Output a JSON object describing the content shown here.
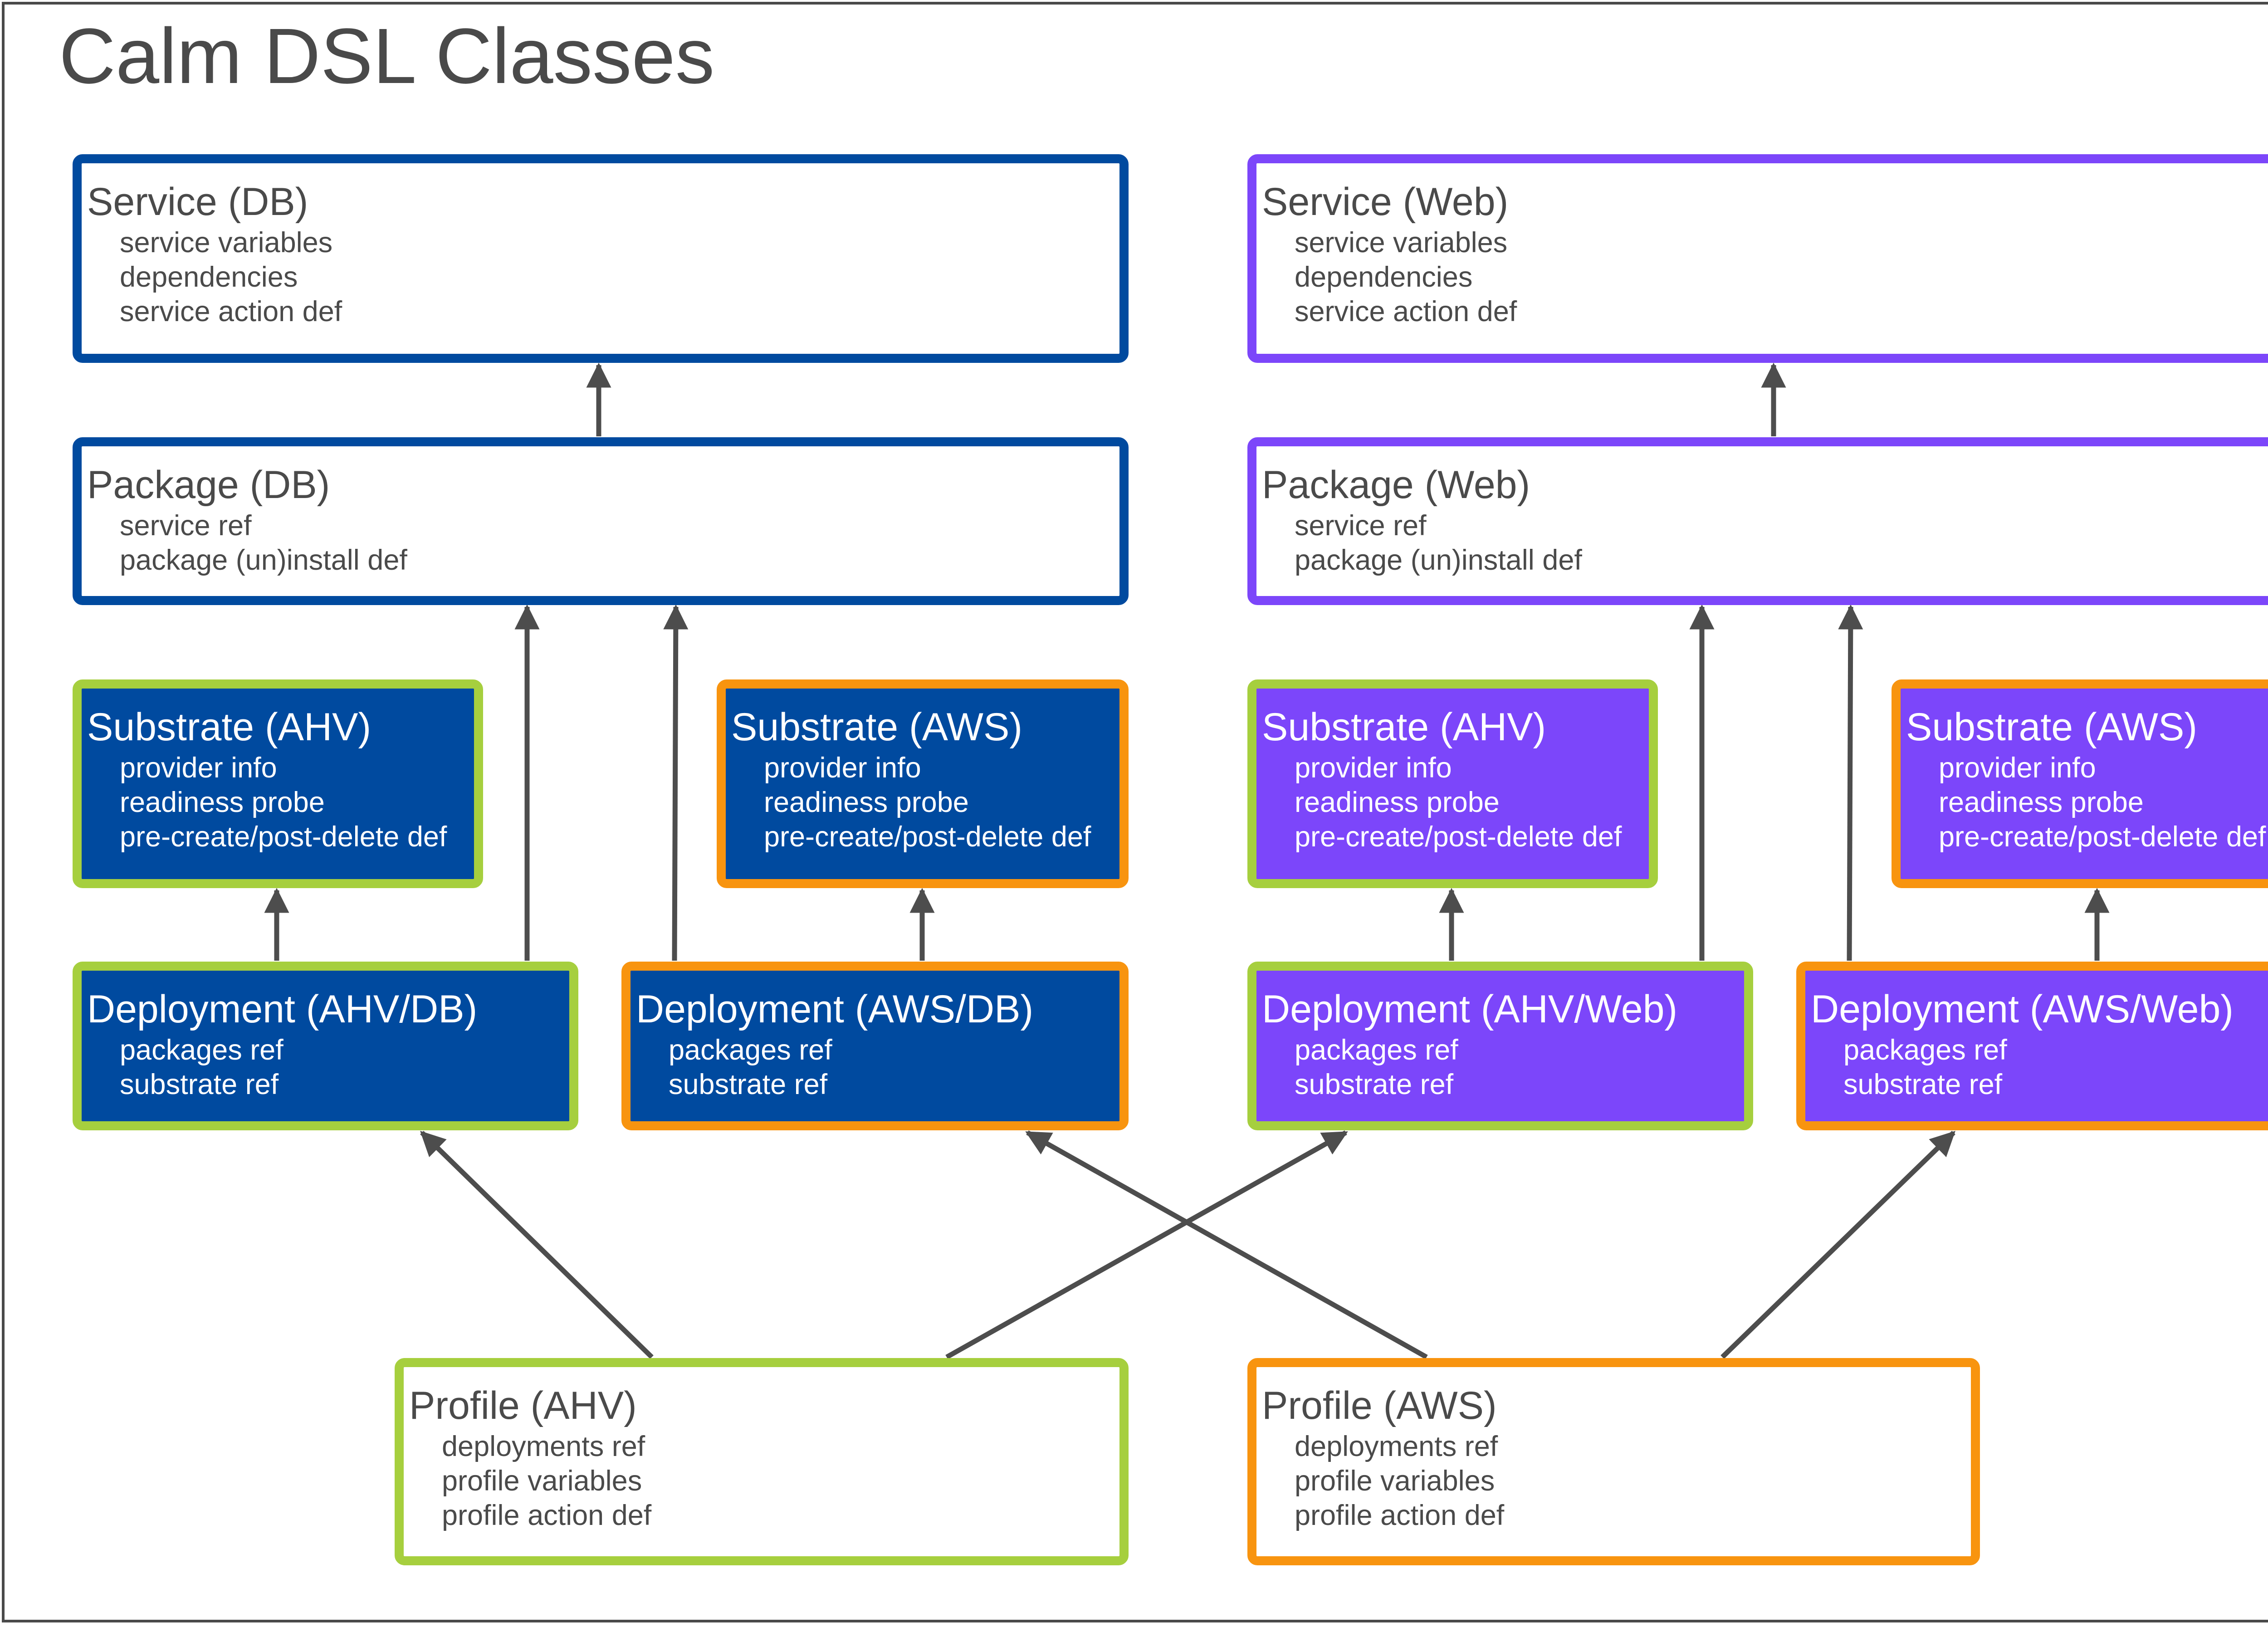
{
  "title": "Calm DSL Classes",
  "colors": {
    "db_blue": "#004a9f",
    "web_purple": "#7c46fa",
    "ahv_green": "#a6cf3e",
    "aws_orange": "#f8940f",
    "text_gray": "#4a4a4a",
    "arrow_gray": "#4d4d4d"
  },
  "nodes": {
    "service_db": {
      "title": "Service (DB)",
      "lines": [
        "service variables",
        "dependencies",
        "service action def"
      ]
    },
    "service_web": {
      "title": "Service (Web)",
      "lines": [
        "service variables",
        "dependencies",
        "service action def"
      ]
    },
    "package_db": {
      "title": "Package (DB)",
      "lines": [
        "service ref",
        "package (un)install def"
      ]
    },
    "package_web": {
      "title": "Package (Web)",
      "lines": [
        "service ref",
        "package (un)install def"
      ]
    },
    "substrate_ahv_db": {
      "title": "Substrate (AHV)",
      "lines": [
        "provider info",
        "readiness probe",
        "pre-create/post-delete def"
      ]
    },
    "substrate_aws_db": {
      "title": "Substrate (AWS)",
      "lines": [
        "provider info",
        "readiness probe",
        "pre-create/post-delete def"
      ]
    },
    "substrate_ahv_web": {
      "title": "Substrate (AHV)",
      "lines": [
        "provider info",
        "readiness probe",
        "pre-create/post-delete def"
      ]
    },
    "substrate_aws_web": {
      "title": "Substrate (AWS)",
      "lines": [
        "provider info",
        "readiness probe",
        "pre-create/post-delete def"
      ]
    },
    "deployment_ahv_db": {
      "title": "Deployment (AHV/DB)",
      "lines": [
        "packages ref",
        "substrate ref"
      ]
    },
    "deployment_aws_db": {
      "title": "Deployment (AWS/DB)",
      "lines": [
        "packages ref",
        "substrate ref"
      ]
    },
    "deployment_ahv_web": {
      "title": "Deployment (AHV/Web)",
      "lines": [
        "packages ref",
        "substrate ref"
      ]
    },
    "deployment_aws_web": {
      "title": "Deployment (AWS/Web)",
      "lines": [
        "packages ref",
        "substrate ref"
      ]
    },
    "profile_ahv": {
      "title": "Profile (AHV)",
      "lines": [
        "deployments ref",
        "profile variables",
        "profile action def"
      ]
    },
    "profile_aws": {
      "title": "Profile (AWS)",
      "lines": [
        "deployments ref",
        "profile variables",
        "profile action def"
      ]
    }
  },
  "edges": [
    {
      "from": "package_db",
      "to": "service_db"
    },
    {
      "from": "package_web",
      "to": "service_web"
    },
    {
      "from": "deployment_ahv_db",
      "to": "substrate_ahv_db"
    },
    {
      "from": "deployment_ahv_db",
      "to": "package_db"
    },
    {
      "from": "deployment_aws_db",
      "to": "package_db"
    },
    {
      "from": "deployment_aws_db",
      "to": "substrate_aws_db"
    },
    {
      "from": "deployment_ahv_web",
      "to": "substrate_ahv_web"
    },
    {
      "from": "deployment_ahv_web",
      "to": "package_web"
    },
    {
      "from": "deployment_aws_web",
      "to": "package_web"
    },
    {
      "from": "deployment_aws_web",
      "to": "substrate_aws_web"
    },
    {
      "from": "profile_ahv",
      "to": "deployment_ahv_db"
    },
    {
      "from": "profile_ahv",
      "to": "deployment_ahv_web"
    },
    {
      "from": "profile_aws",
      "to": "deployment_aws_db"
    },
    {
      "from": "profile_aws",
      "to": "deployment_aws_web"
    }
  ]
}
